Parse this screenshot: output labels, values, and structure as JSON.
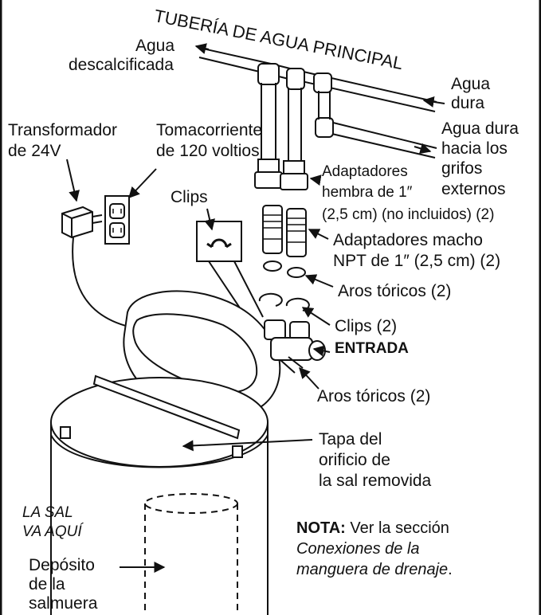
{
  "labels": {
    "main_pipe": "TUBERÍA DE AGUA PRINCIPAL",
    "soft_water": [
      "Agua",
      "descalcificada"
    ],
    "hard_water": [
      "Agua",
      "dura"
    ],
    "hard_water_outside": [
      "Agua dura",
      "hacia los",
      "grifos",
      "externos"
    ],
    "transformer": [
      "Transformador",
      "de 24V"
    ],
    "outlet": [
      "Tomacorriente",
      "de 120 voltios"
    ],
    "female_adapters": [
      "Adaptadores",
      "hembra de 1″",
      "(2,5 cm) (no incluidos) (2)"
    ],
    "clips_box": "Clips",
    "male_adapters": [
      "Adaptadores macho",
      "NPT de 1″ (2,5 cm) (2)"
    ],
    "o_rings_top": "Aros tóricos (2)",
    "clips": "Clips (2)",
    "inlet": "ENTRADA",
    "o_rings_bottom": "Aros tóricos (2)",
    "salt_lid": [
      "Tapa del",
      "orificio de",
      "la sal removida"
    ],
    "salt_here": [
      "LA SAL",
      "VA AQUÍ"
    ],
    "brine_tank": [
      "Depósito",
      "de la",
      "salmuera"
    ],
    "note_bold": "NOTA:",
    "note_text": " Ver la sección",
    "note_italic": [
      "Conexiones de la",
      "manguera de drenaje"
    ],
    "note_end": "."
  },
  "colors": {
    "line": "#111111",
    "background": "#ffffff",
    "shade": "#d8d8d8"
  }
}
